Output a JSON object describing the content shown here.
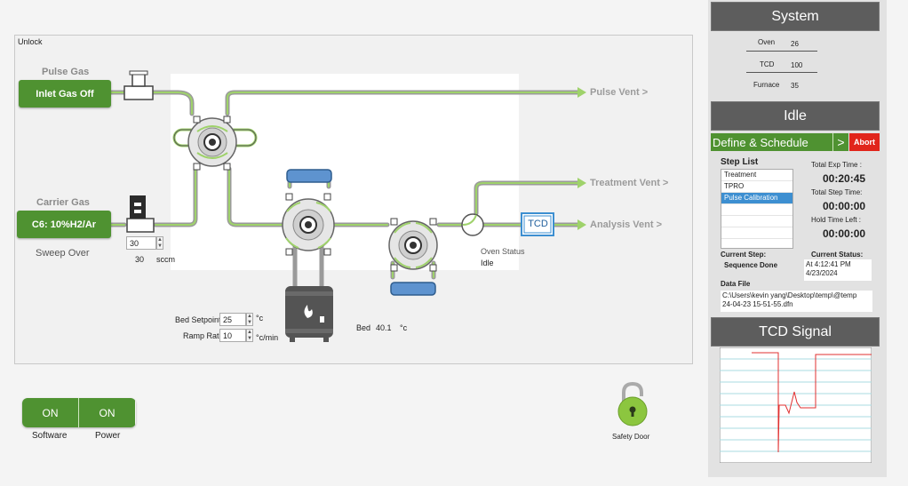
{
  "panel": {
    "unlock_label": "Unlock"
  },
  "pulse_gas": {
    "label": "Pulse Gas",
    "button": "Inlet Gas Off"
  },
  "carrier_gas": {
    "label": "Carrier Gas",
    "button": "C6: 10%H2/Ar",
    "sweep": "Sweep Over",
    "flow_input": "30",
    "flow_value": "30",
    "flow_unit": "sccm"
  },
  "vents": {
    "pulse": "Pulse Vent >",
    "treatment": "Treatment Vent >",
    "analysis": "Analysis Vent >"
  },
  "tcd_box": "TCD",
  "oven": {
    "status_label": "Oven Status",
    "status_value": "Idle"
  },
  "bed": {
    "setpoint_label": "Bed Setpoint",
    "setpoint_value": "25",
    "setpoint_unit": "°c",
    "ramp_label": "Ramp Rate",
    "ramp_value": "10",
    "ramp_unit": "°c/min",
    "bed_label": "Bed",
    "bed_value": "40.1",
    "bed_unit": "°c"
  },
  "toggles": {
    "software_state": "ON",
    "power_state": "ON",
    "software_label": "Software",
    "power_label": "Power"
  },
  "safety_door": "Safety Door",
  "system": {
    "title": "System",
    "rows": [
      {
        "label": "Oven",
        "value": "26"
      },
      {
        "label": "TCD",
        "value": "100"
      },
      {
        "label": "Furnace",
        "value": "35"
      }
    ]
  },
  "status_header": "Idle",
  "define": {
    "label": "Define & Schedule",
    "arrow": ">",
    "abort": "Abort"
  },
  "step_list": {
    "title": "Step List",
    "items": [
      "Treatment",
      "TPRO",
      "Pulse Calibration",
      "",
      "",
      "",
      "",
      ""
    ],
    "selected_index": 2
  },
  "times": {
    "exp_label": "Total Exp Time :",
    "exp_value": "00:20:45",
    "step_label": "Total Step Time:",
    "step_value": "00:00:00",
    "hold_label": "Hold Time Left :",
    "hold_value": "00:00:00"
  },
  "current": {
    "step_label": "Current Step:",
    "step_value": "Sequence Done",
    "status_label": "Current Status:",
    "status_value": "At 4:12:41 PM\n4/23/2024"
  },
  "data_file": {
    "label": "Data File",
    "path": "C:\\Users\\kevin yang\\Desktop\\temp\\@temp\n24-04-23 15-51-55.dfn"
  },
  "tcd_signal": {
    "title": "TCD Signal"
  },
  "colors": {
    "accent_green": "#4f9231",
    "header_gray": "#5d5d5d",
    "abort_red": "#e1251b",
    "selected_blue": "#3d8fd1",
    "tube_green": "#9fd26b",
    "tube_gray": "#9a9a9a"
  }
}
